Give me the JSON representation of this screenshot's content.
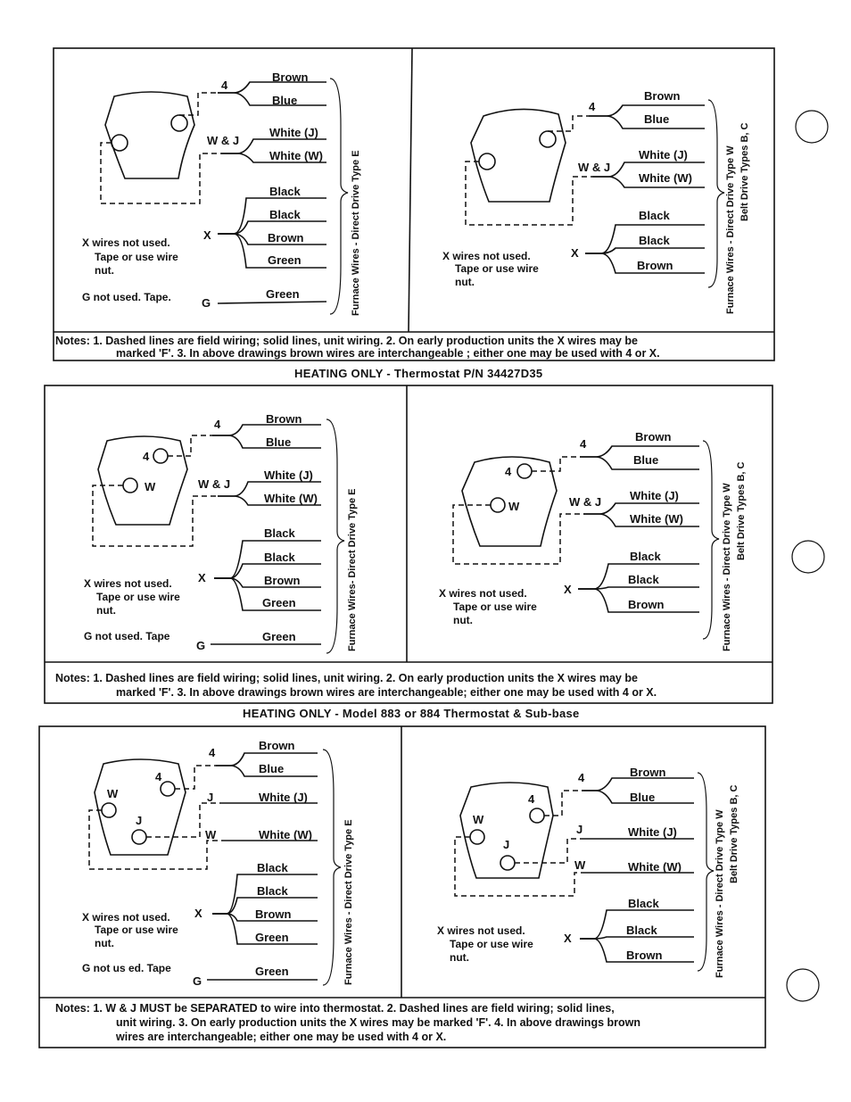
{
  "panels": [
    {
      "left": {
        "wires": [
          "Brown",
          "Blue",
          "White (J)",
          "White (W)",
          "Black",
          "Black",
          "Brown",
          "Green",
          "Green"
        ],
        "terminals": {
          "t4": "4",
          "wj": "W & J",
          "x": "X",
          "g": "G"
        },
        "note_x": [
          "X wires not used.",
          "Tape or use wire",
          "nut."
        ],
        "note_g": "G not used. Tape.",
        "brace_label": "Furnace Wires - Direct Drive Type E"
      },
      "right": {
        "wires": [
          "Brown",
          "Blue",
          "White (J)",
          "White (W)",
          "Black",
          "Black",
          "Brown"
        ],
        "terminals": {
          "t4": "4",
          "wj": "W & J",
          "x": "X"
        },
        "note_x": [
          "X wires not used.",
          "Tape or use wire",
          "nut."
        ],
        "brace_label_1": "Furnace Wires - Direct Drive Type W",
        "brace_label_2": "Belt Drive Types B, C"
      },
      "notes": [
        "Notes: 1. Dashed lines are field wiring; solid lines, unit wiring. 2. On early production units the X wires may be",
        "marked 'F'. 3. In above drawings brown wires are interchangeable ; either one may be used with 4 or X."
      ],
      "caption": "HEATING ONLY - Thermostat P/N 34427D35"
    },
    {
      "left": {
        "wires": [
          "Brown",
          "Blue",
          "White (J)",
          "White (W)",
          "Black",
          "Black",
          "Brown",
          "Green",
          "Green"
        ],
        "terminals": {
          "t4": "4",
          "wj": "W & J",
          "x": "X",
          "g": "G",
          "stat4": "4",
          "statw": "W"
        },
        "note_x": [
          "X wires not used.",
          "Tape or use wire",
          "nut."
        ],
        "note_g": "G not used. Tape",
        "brace_label": "Furnace Wires- Direct Drive Type E"
      },
      "right": {
        "wires": [
          "Brown",
          "Blue",
          "White (J)",
          "White (W)",
          "Black",
          "Black",
          "Brown"
        ],
        "terminals": {
          "t4": "4",
          "wj": "W & J",
          "x": "X",
          "stat4": "4",
          "statw": "W"
        },
        "note_x": [
          "X wires not used.",
          "Tape or use wire",
          "nut."
        ],
        "brace_label_1": "Furnace Wires - Direct Drive Type W",
        "brace_label_2": "Belt Drive Types B, C"
      },
      "notes": [
        "Notes: 1. Dashed lines are field wiring; solid lines, unit wiring. 2. On early production units the X wires may be",
        "marked 'F'. 3. In above drawings brown wires are interchangeable; either one may be used with 4 or X."
      ],
      "caption": "HEATING ONLY - Model 883 or 884 Thermostat & Sub-base"
    },
    {
      "left": {
        "wires": [
          "Brown",
          "Blue",
          "White (J)",
          "White (W)",
          "Black",
          "Black",
          "Brown",
          "Green",
          "Green"
        ],
        "terminals": {
          "t4": "4",
          "j": "J",
          "w": "W",
          "x": "X",
          "g": "G",
          "stat4": "4",
          "statw": "W",
          "statj": "J"
        },
        "note_x": [
          "X wires not used.",
          "Tape or use wire",
          "nut."
        ],
        "note_g": "G not us ed. Tape",
        "brace_label": "Furnace Wires - Direct Drive Type E"
      },
      "right": {
        "wires": [
          "Brown",
          "Blue",
          "White (J)",
          "White (W)",
          "Black",
          "Black",
          "Brown"
        ],
        "terminals": {
          "t4": "4",
          "j": "J",
          "w": "W",
          "x": "X",
          "stat4": "4",
          "statw": "W",
          "statj": "J"
        },
        "note_x": [
          "X wires not used.",
          "Tape or use wire",
          "nut."
        ],
        "brace_label_1": "Furnace Wires - Direct Drive Type W",
        "brace_label_2": "Belt Drive Types B, C"
      },
      "notes": [
        "Notes: 1. W & J MUST be SEPARATED to wire into thermostat. 2. Dashed lines are field wiring; solid lines,",
        "unit wiring. 3. On early production units the X wires may be marked 'F'. 4. In above drawings brown",
        "wires are interchangeable; either one may be used with 4 or X."
      ]
    }
  ]
}
